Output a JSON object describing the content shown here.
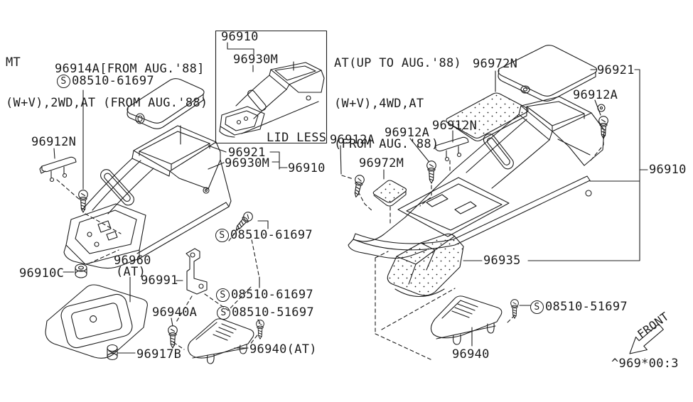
{
  "colors": {
    "ink": "#1c1c1c",
    "paper": "#ffffff"
  },
  "screw_symbol": "S",
  "notes": {
    "top_left": [
      "MT",
      "(W+V),2WD,AT (FROM AUG.'88)"
    ],
    "top_right": [
      "AT(UP TO AUG.'88)",
      "(W+V),4WD,AT",
      "(FROM AUG.'88)"
    ]
  },
  "inset": {
    "part_1": "96910",
    "part_2": "96930M",
    "caption": "LID LESS"
  },
  "labels": {
    "p96914a": "96914A[FROM AUG.'88]",
    "s61697": "08510-61697",
    "s51697": "08510-51697",
    "p96912n": "96912N",
    "p96921": "96921",
    "p96930m": "96930M",
    "p96910": "96910",
    "p96910c": "96910C",
    "p96960": "96960",
    "p96960_sub": "(AT)",
    "p96991": "96991",
    "p96940a": "96940A",
    "p96917b": "96917B",
    "p96940at": "96940(AT)",
    "p96972n": "96972N",
    "p96912a": "96912A",
    "p96972m": "96972M",
    "p96935": "96935",
    "p96940": "96940"
  },
  "footer": {
    "front_label": "FRONT",
    "drawing_code": "^969*00:3"
  }
}
